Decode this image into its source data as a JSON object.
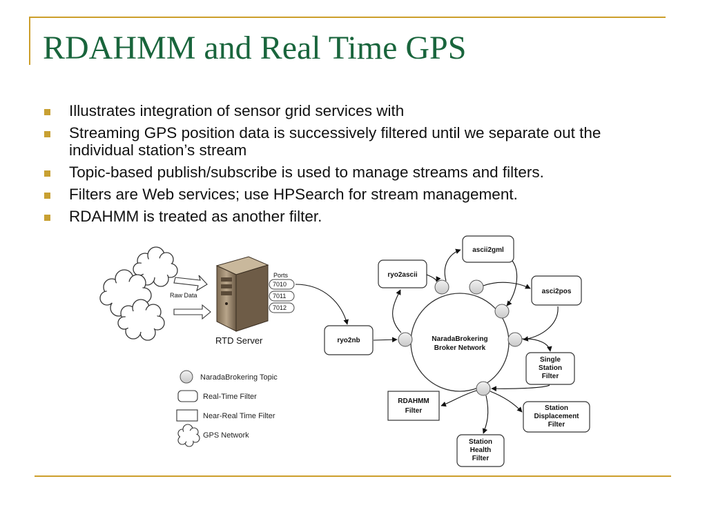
{
  "slide": {
    "title": "RDAHMM and Real Time GPS",
    "bullets": [
      "Illustrates integration of sensor grid services with",
      "Streaming GPS position data is successively filtered until we separate out the individual station’s stream",
      "Topic-based publish/subscribe is used to manage streams and filters.",
      "Filters are Web services; use HPSearch for stream management.",
      "RDAHMM is treated as another filter."
    ]
  },
  "diagram": {
    "raw_data": "Raw Data",
    "ports_label": "Ports",
    "ports": [
      "7010",
      "7011",
      "7012"
    ],
    "server_label": "RTD Server",
    "broker_line1": "NaradaBrokering",
    "broker_line2": "Broker Network",
    "filters": {
      "ryo2nb": "ryo2nb",
      "ryo2ascii": "ryo2ascii",
      "ascii2gml": "ascii2gml",
      "asci2pos": "asci2pos",
      "single_station": [
        "Single",
        "Station",
        "Filter"
      ],
      "station_displacement": [
        "Station",
        "Displacement",
        "Filter"
      ],
      "station_health": [
        "Station",
        "Health",
        "Filter"
      ],
      "rdahmm": [
        "RDAHMM",
        "Filter"
      ]
    },
    "legend": {
      "topic": "NaradaBrokering Topic",
      "realtime": "Real-Time Filter",
      "nearrealtime": "Near-Real Time Filter",
      "gps": "GPS Network"
    }
  }
}
